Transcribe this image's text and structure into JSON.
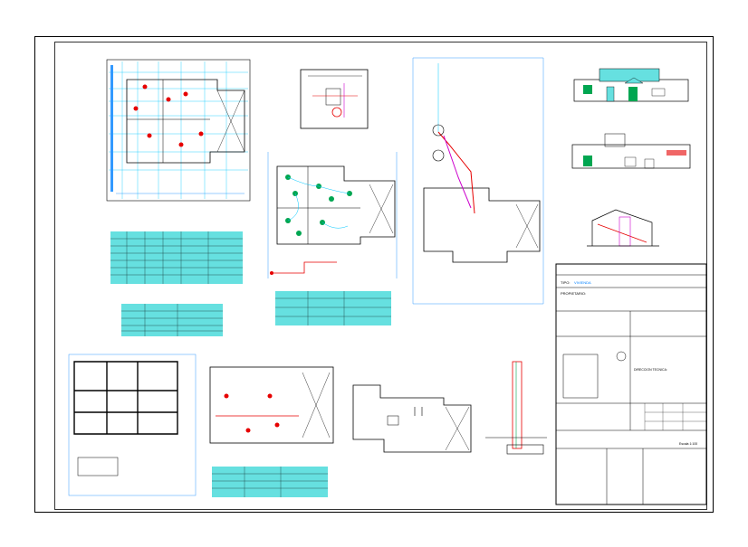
{
  "drawing": {
    "colors": {
      "background": "#ffffff",
      "border": "#000000",
      "plan_line": "#000000",
      "grid_line": "#00c8ff",
      "dimension": "#3399ff",
      "accent_red": "#e60000",
      "accent_magenta": "#cc00cc",
      "symbol_green": "#00a651",
      "fill_cyan": "#66e0e0",
      "wall_gray": "#808080"
    },
    "titlebox": {
      "tipo_label": "TIPO:",
      "tipo_value": "VIVIENDA",
      "propietario_label": "PROPIETARIO:",
      "sheet_label": "Escala 1:100",
      "direccion": "DIRECCION TECNICA:"
    }
  }
}
